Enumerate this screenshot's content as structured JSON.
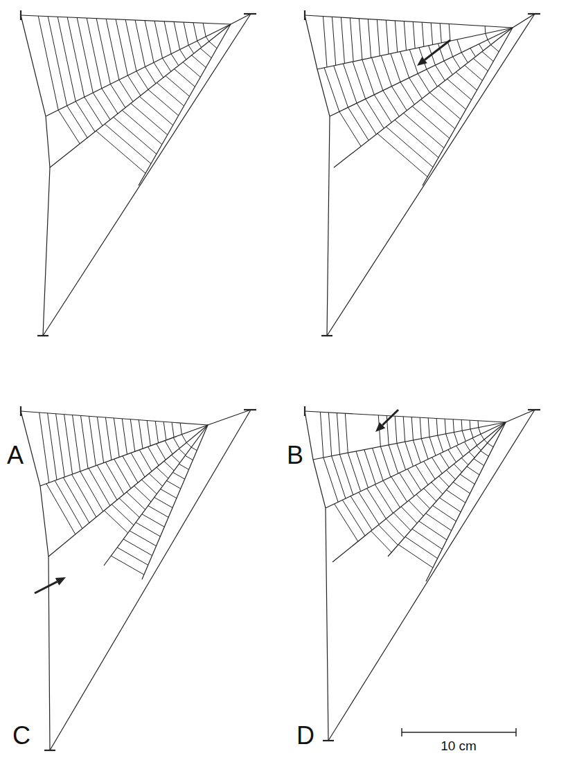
{
  "diagram": {
    "labels": [
      "A",
      "B",
      "C",
      "D",
      "10 cm"
    ]
  }
}
